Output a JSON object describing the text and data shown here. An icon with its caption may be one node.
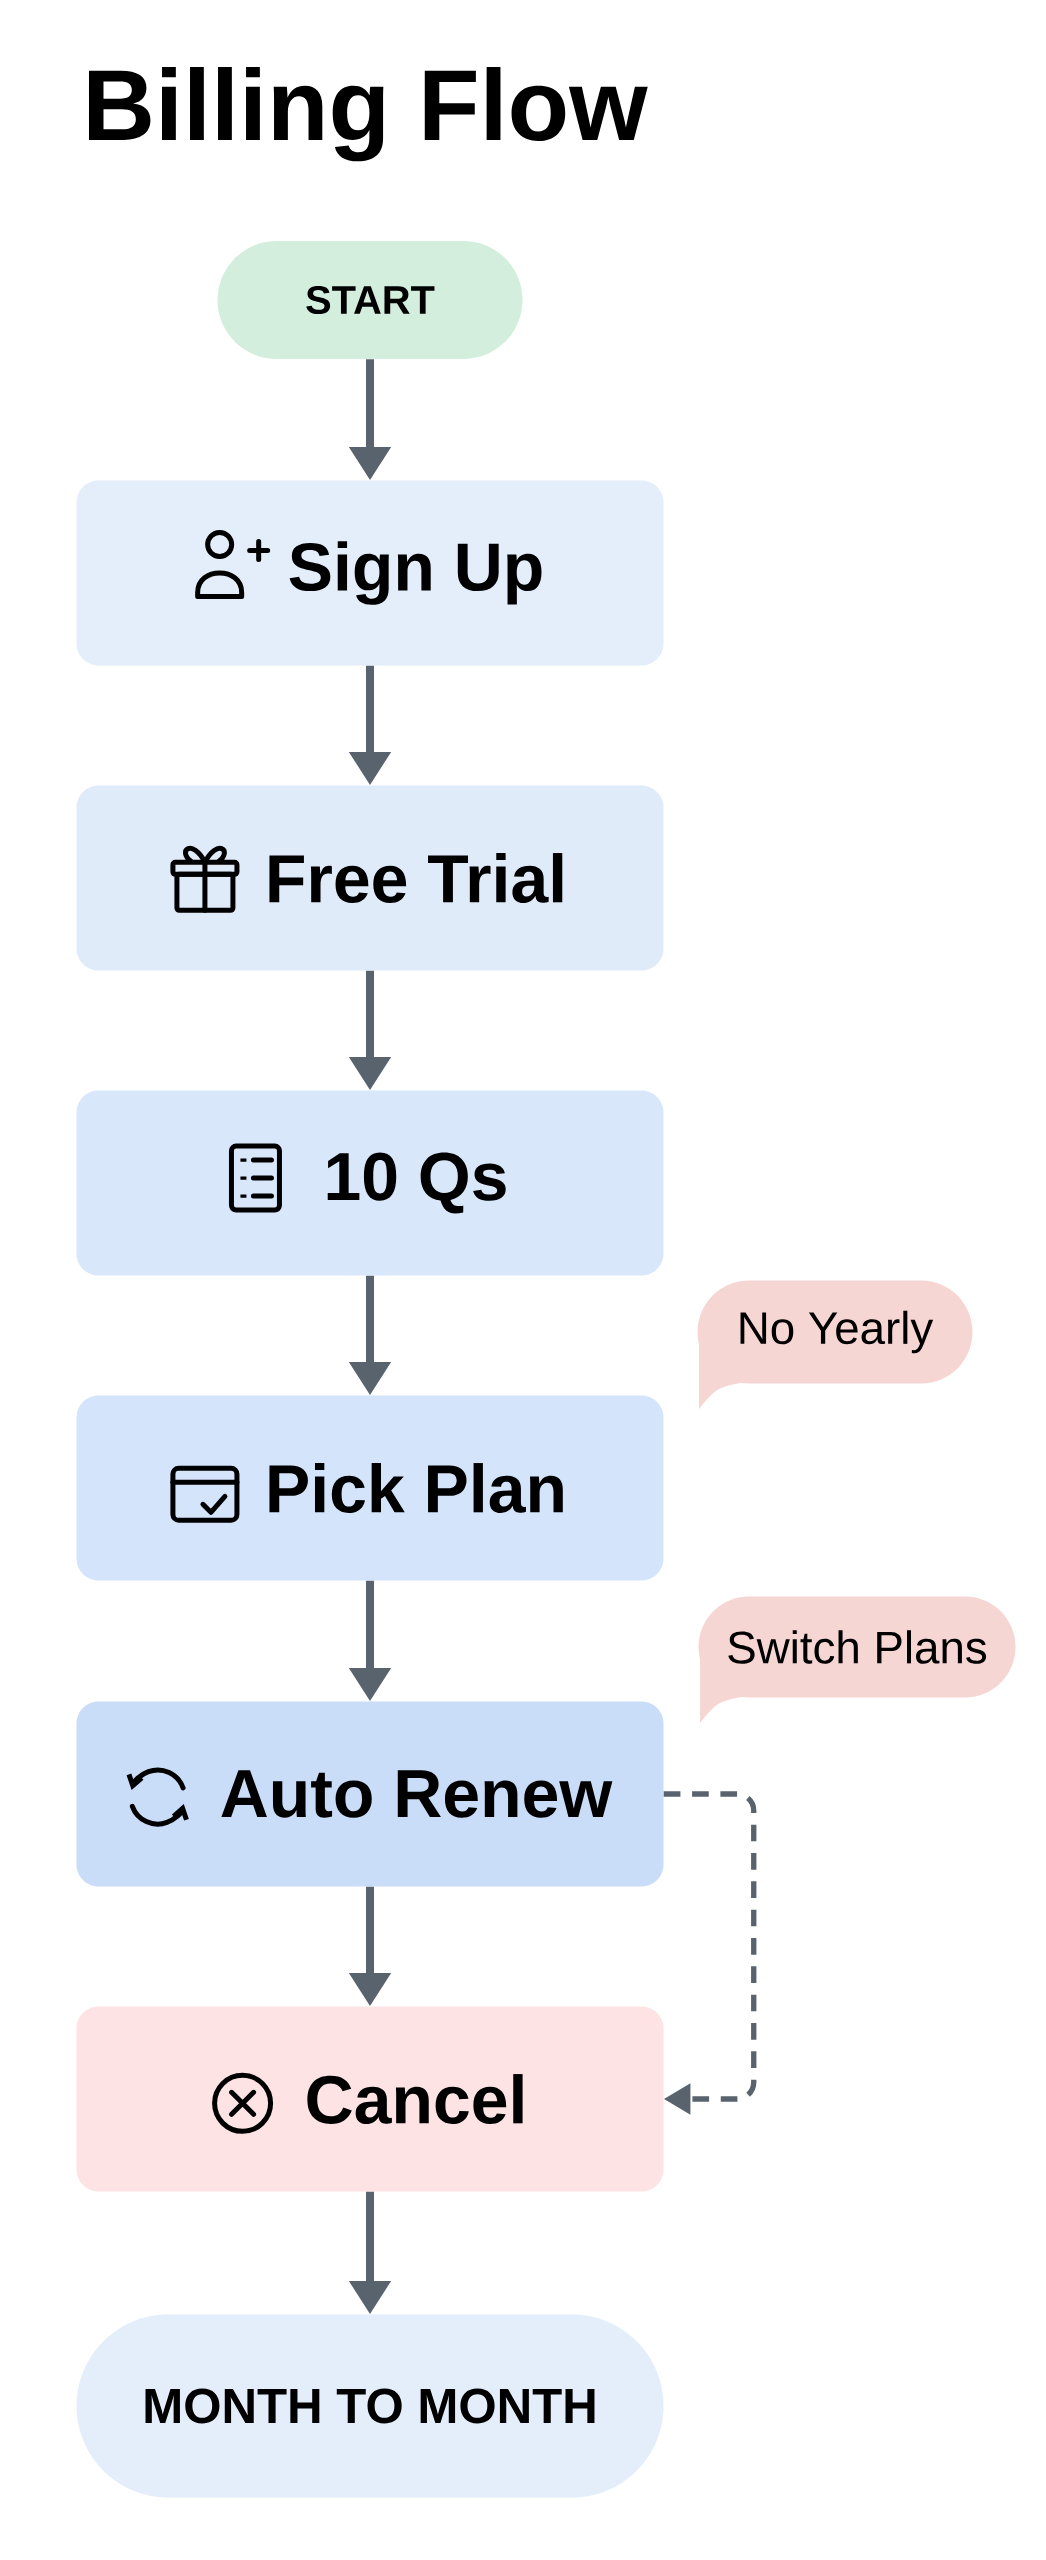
{
  "diagram": {
    "title": "Billing Flow",
    "nodes": [
      {
        "text": [
          "START"
        ]
      },
      {
        "text": [
          "Sign Up"
        ]
      },
      {
        "text": [
          "Free Trial"
        ]
      },
      {
        "text": [
          "10 Qs"
        ]
      },
      {
        "text": [
          "No Yearly"
        ]
      },
      {
        "text": [
          "Pick Plan"
        ]
      },
      {
        "text": [
          "Switch Plans"
        ]
      },
      {
        "text": [
          "Auto Renew"
        ]
      },
      {
        "text": [
          "Cancel"
        ]
      },
      {
        "text": [
          "MONTH TO MONTH"
        ]
      }
    ],
    "edges": [
      {
        "from": 0,
        "to": 1,
        "arrow": "to"
      },
      {
        "from": 1,
        "to": 2,
        "arrow": "to"
      },
      {
        "from": 2,
        "to": 3,
        "arrow": "to"
      },
      {
        "from": 3,
        "to": 5,
        "arrow": "to"
      },
      {
        "from": 5,
        "to": 7,
        "arrow": "to"
      },
      {
        "from": 7,
        "to": 8,
        "arrow": "to"
      },
      {
        "from": 8,
        "to": 9,
        "arrow": "to"
      },
      {
        "from": 7,
        "to": 8,
        "arrow": "to",
        "style": "dashed"
      }
    ]
  }
}
